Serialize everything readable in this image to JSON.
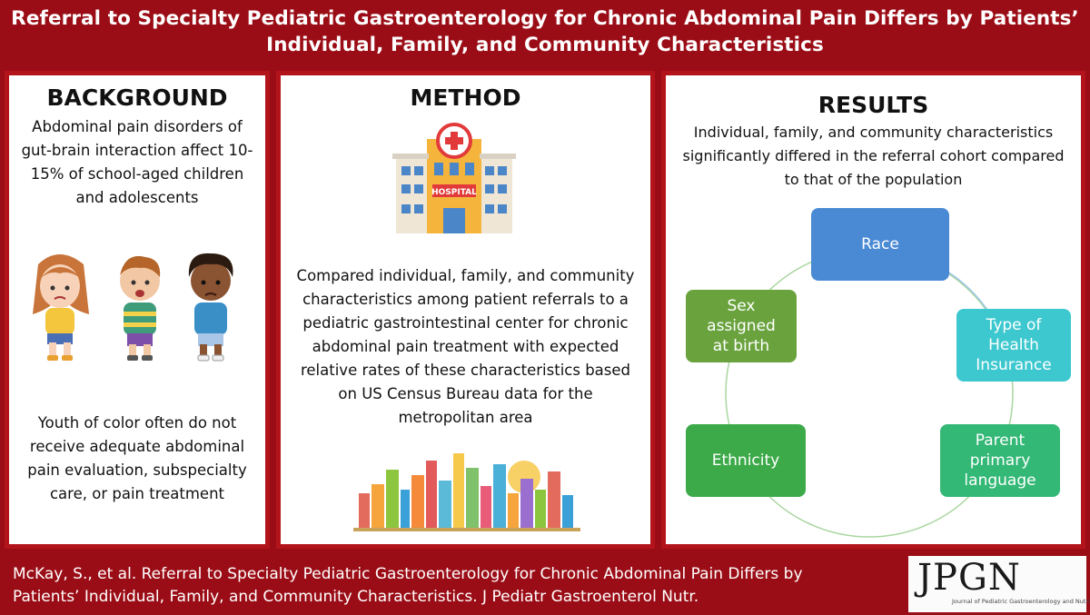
{
  "title": {
    "line1": "Referral to Specialty Pediatric Gastroenterology for Chronic Abdominal Pain Differs by Patients’",
    "line2": "Individual, Family, and Community Characteristics"
  },
  "background": {
    "heading": "BACKGROUND",
    "text1": "Abdominal pain disorders of gut-brain interaction affect 10-15% of school-aged children and adolescents",
    "text2": "Youth of color often do not receive adequate abdominal pain evaluation, subspecialty care, or pain treatment"
  },
  "method": {
    "heading": "METHOD",
    "hospital_sign": "HOSPITAL",
    "text": "Compared individual, family, and community characteristics among patient referrals to a pediatric gastrointestinal center for chronic abdominal pain treatment with expected relative rates of these characteristics based on US Census Bureau data for the metropolitan area"
  },
  "results": {
    "heading": "RESULTS",
    "text": "Individual, family, and community characteristics significantly differed in the referral cohort compared to that of the population",
    "nodes": [
      {
        "label": "Race",
        "color": "#4a8ad4"
      },
      {
        "label": "Type of Health Insurance",
        "color": "#3dc8cf"
      },
      {
        "label": "Parent primary language",
        "color": "#33b876"
      },
      {
        "label": "Ethnicity",
        "color": "#3daa4a"
      },
      {
        "label": "Sex assigned at birth",
        "color": "#6aa33e"
      }
    ]
  },
  "footer": {
    "citation_line1": "McKay, S., et al. Referral to Specialty Pediatric Gastroenterology for Chronic Abdominal Pain Differs by",
    "citation_line2": "Patients’ Individual, Family, and Community Characteristics. J Pediatr Gastroenterol Nutr.",
    "logo": "JPGN",
    "logo_sub": "Journal of Pediatric Gastroenterology and Nutrition"
  },
  "colors": {
    "brand": "#9b0d16",
    "panel_border": "#b3141c"
  }
}
